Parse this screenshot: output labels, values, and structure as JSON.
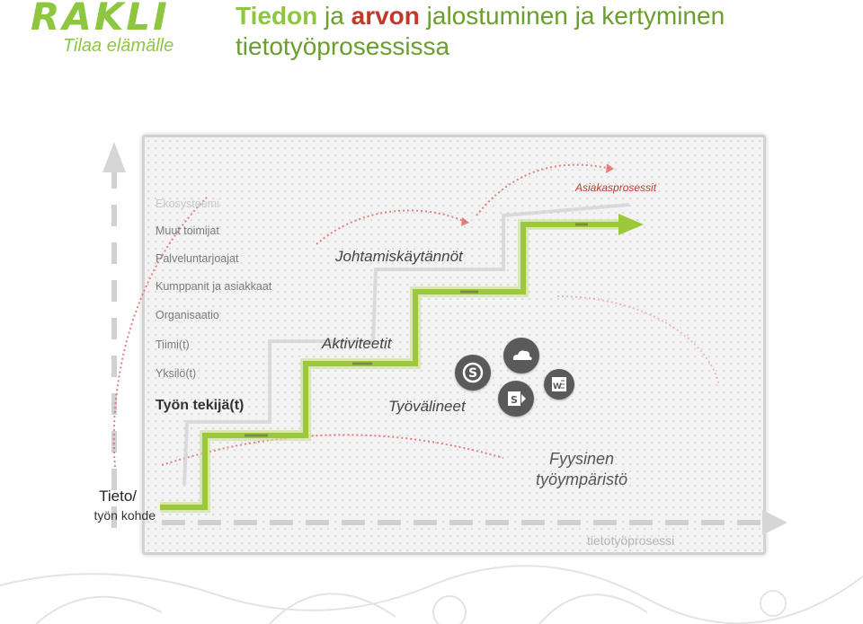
{
  "logo": {
    "name": "RAKLI",
    "tagline": "Tilaa elämälle",
    "color": "#8dc63f"
  },
  "title": {
    "part1": "Tiedon",
    "part2": " ja ",
    "part3": "arvon",
    "part4": " jalostuminen ja kertyminen tietotyöprosessissa",
    "color_primary": "#8dc63f",
    "color_accent": "#c0392b",
    "color_rest": "#6a9f2e"
  },
  "diagram": {
    "levels": [
      {
        "label": "Ekosysteemi",
        "style": "faint"
      },
      {
        "label": "Muut toimijat",
        "style": "normal"
      },
      {
        "label": "Palveluntarjoajat",
        "style": "normal"
      },
      {
        "label": "Kumppanit ja asiakkaat",
        "style": "normal"
      },
      {
        "label": "Organisaatio",
        "style": "normal"
      },
      {
        "label": "Tiimi(t)",
        "style": "normal"
      },
      {
        "label": "Yksilö(t)",
        "style": "normal"
      },
      {
        "label": "Työn tekijä(t)",
        "style": "main"
      }
    ],
    "steps": {
      "tyovalineet": "Työvälineet",
      "aktiviteetit": "Aktiviteetit",
      "johtamis": "Johtamiskäytännöt",
      "asiakasprosessit": "Asiakasprosessit",
      "fyysinen_line1": "Fyysinen",
      "fyysinen_line2": "työympäristö"
    },
    "y_axis_label": {
      "line1": "Tieto/",
      "line2": "työn kohde"
    },
    "x_axis_label": "tietotyöprosessi",
    "app_icons": [
      "skype-icon",
      "onedrive-icon",
      "sharepoint-icon",
      "word-icon"
    ],
    "colors": {
      "staircase": "#9bc93a",
      "arrow_red": "#e06b6b",
      "axis_gray": "#cfcfcf"
    }
  }
}
